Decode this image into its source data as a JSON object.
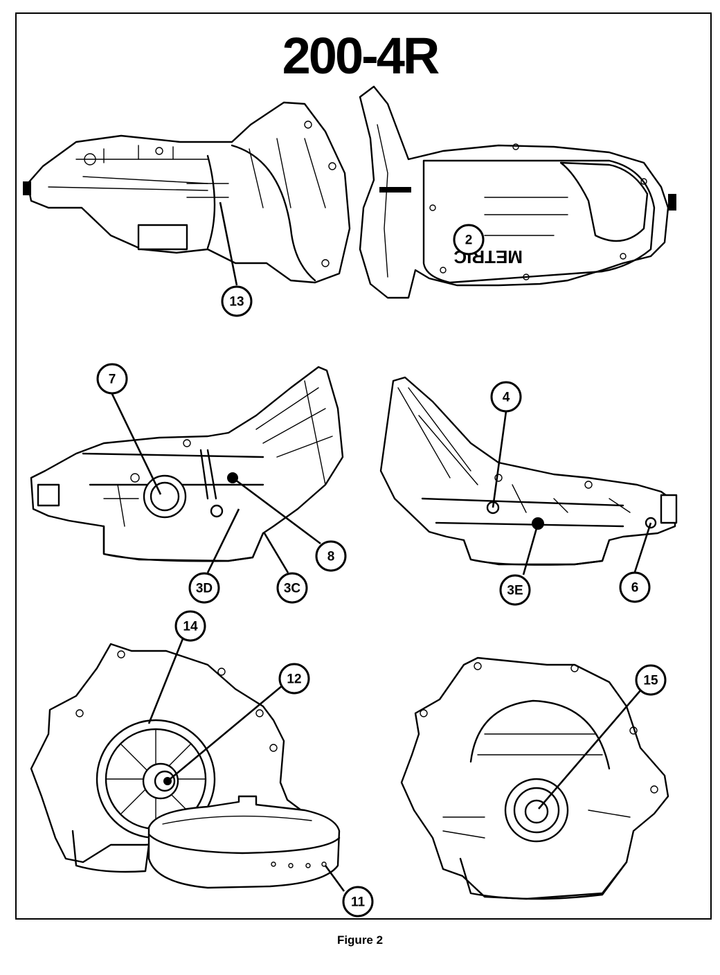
{
  "title": "200-4R",
  "caption": "Figure 2",
  "callouts": [
    "13",
    "2",
    "7",
    "8",
    "3D",
    "3C",
    "4",
    "3E",
    "6",
    "14",
    "12",
    "11",
    "15"
  ]
}
